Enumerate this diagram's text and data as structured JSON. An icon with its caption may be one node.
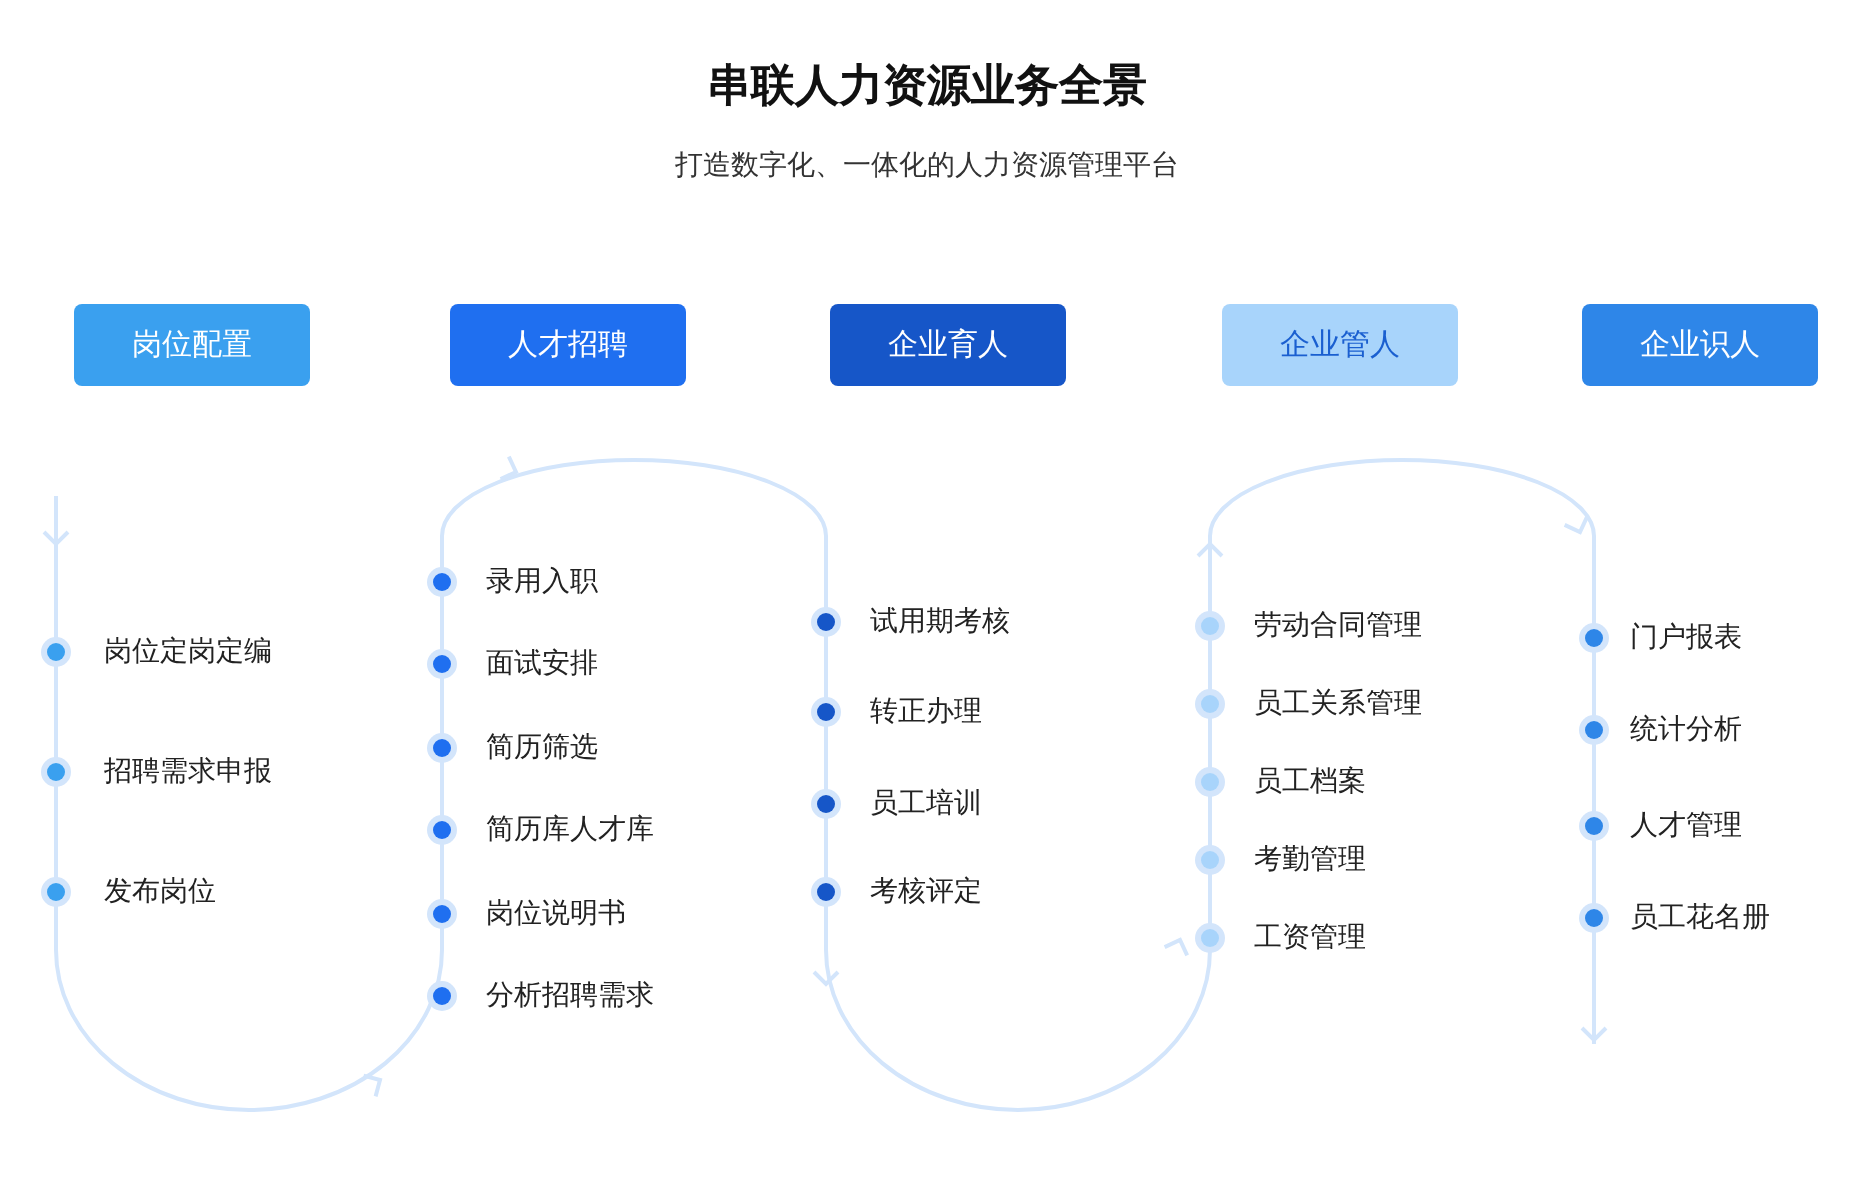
{
  "diagram": {
    "title": "串联人力资源业务全景",
    "caption": "打造数字化、一体化的人力资源管理平台",
    "nodes": [
      {
        "text": [
          "岗位配置"
        ]
      },
      {
        "text": [
          "人才招聘"
        ]
      },
      {
        "text": [
          "企业育人"
        ]
      },
      {
        "text": [
          "企业管人"
        ]
      },
      {
        "text": [
          "企业识人"
        ]
      }
    ],
    "labels": [
      "岗位定岗定编",
      "招聘需求申报",
      "发布岗位",
      "录用入职",
      "面试安排",
      "简历筛选",
      "简历库人才库",
      "岗位说明书",
      "分析招聘需求",
      "试用期考核",
      "转正办理",
      "员工培训",
      "考核评定",
      "劳动合同管理",
      "员工关系管理",
      "员工档案",
      "考勤管理",
      "工资管理",
      "门户报表",
      "统计分析",
      "人才管理",
      "员工花名册"
    ]
  }
}
